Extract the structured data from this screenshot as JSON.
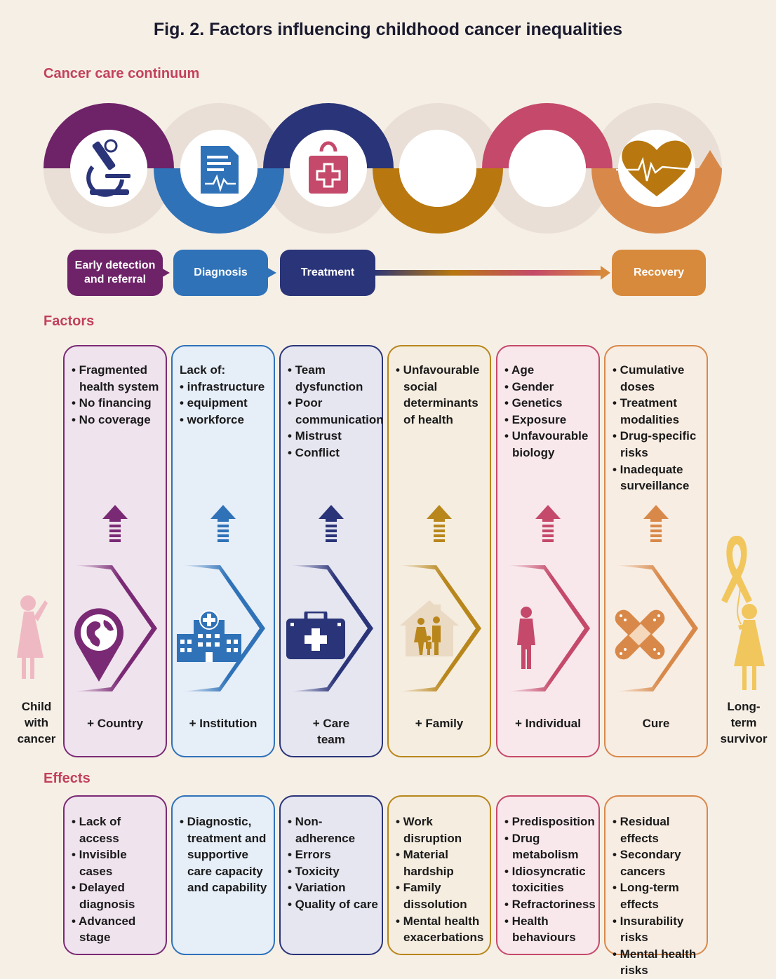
{
  "title": "Fig. 2. Factors influencing childhood cancer inequalities",
  "sections": {
    "continuum": "Cancer care continuum",
    "factors": "Factors",
    "effects": "Effects"
  },
  "continuum_icons": [
    "microscope-icon",
    "medical-report-icon",
    "medical-bag-icon",
    "",
    "",
    "heart-pulse-icon"
  ],
  "stages": [
    {
      "label_line1": "Early detection",
      "label_line2": "and referral",
      "color": "#6e2268"
    },
    {
      "label_line1": "Diagnosis",
      "label_line2": "",
      "color": "#2f72b8"
    },
    {
      "label_line1": "Treatment",
      "label_line2": "",
      "color": "#2a3478"
    },
    {
      "label_line1": "Recovery",
      "label_line2": "",
      "color": "#d78a3c"
    }
  ],
  "side_labels": {
    "left_line1": "Child",
    "left_line2": "with",
    "left_line3": "cancer",
    "right_line1": "Long-",
    "right_line2": "term",
    "right_line3": "survivor"
  },
  "columns": [
    {
      "color": "#7a2a74",
      "bg": "#efe3ee",
      "icon": "globe-pin-icon",
      "factor_header": "",
      "factors": [
        "Fragmented health system",
        "No financing",
        "No coverage"
      ],
      "label_line1": "+ Country",
      "label_line2": "",
      "effects": [
        "Lack of access",
        "Invisible cases",
        "Delayed diagnosis",
        "Advanced stage"
      ]
    },
    {
      "color": "#2f72b8",
      "bg": "#e6eef8",
      "icon": "hospital-icon",
      "factor_header": "Lack of:",
      "factors": [
        "infrastructure",
        "equipment",
        "workforce"
      ],
      "label_line1": "+ Institution",
      "label_line2": "",
      "effects": [
        "Diagnostic, treatment and supportive care capacity and capability"
      ]
    },
    {
      "color": "#2a3478",
      "bg": "#e6e6f1",
      "icon": "first-aid-kit-icon",
      "factor_header": "",
      "factors": [
        "Team dysfunction",
        "Poor communication",
        "Mistrust",
        "Conflict"
      ],
      "label_line1": "+ Care",
      "label_line2": "team",
      "effects": [
        "Non-adherence",
        "Errors",
        "Toxicity",
        "Variation",
        "Quality of care"
      ]
    },
    {
      "color": "#b8861b",
      "bg": "#f5ede0",
      "icon": "family-home-icon",
      "factor_header": "",
      "factors": [
        "Unfavourable social determinants of health"
      ],
      "label_line1": "+ Family",
      "label_line2": "",
      "effects": [
        "Work disruption",
        "Material hardship",
        "Family dissolution",
        "Mental health exacerbations"
      ]
    },
    {
      "color": "#c5496a",
      "bg": "#f8e8ec",
      "icon": "child-silhouette-icon",
      "factor_header": "",
      "factors": [
        "Age",
        "Gender",
        "Genetics",
        "Exposure",
        "Unfavourable biology"
      ],
      "label_line1": "+ Individual",
      "label_line2": "",
      "effects": [
        "Predisposition",
        "Drug metabolism",
        "Idiosyncratic toxicities",
        "Refractoriness",
        "Health behaviours"
      ]
    },
    {
      "color": "#d8894a",
      "bg": "#f8ede3",
      "icon": "bandage-cross-icon",
      "factor_header": "",
      "factors": [
        "Cumulative doses",
        "Treatment modalities",
        "Drug-specific risks",
        "Inadequate surveillance"
      ],
      "label_line1": "Cure",
      "label_line2": "",
      "effects": [
        "Residual effects",
        "Secondary cancers",
        "Long-term effects",
        "Insurability risks",
        "Mental health risks"
      ]
    }
  ]
}
